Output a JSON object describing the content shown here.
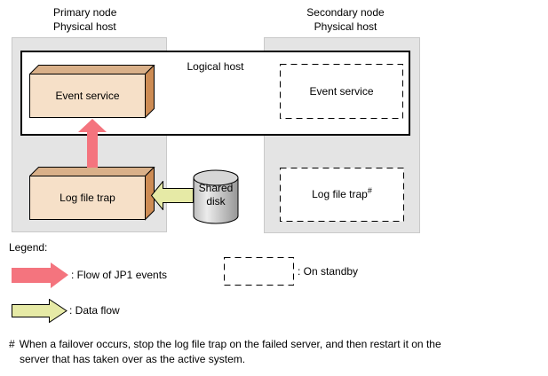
{
  "nodes": {
    "primary": {
      "line1": "Primary node",
      "line2": "Physical host"
    },
    "secondary": {
      "line1": "Secondary node",
      "line2": "Physical host"
    }
  },
  "logical_host": {
    "label": "Logical host"
  },
  "components": {
    "event_service_active": {
      "label": "Event service"
    },
    "log_file_trap_active": {
      "label": "Log file trap"
    },
    "event_service_standby": {
      "label": "Event service"
    },
    "log_file_trap_standby": {
      "label": "Log file trap",
      "note_marker": "#"
    },
    "shared_disk": {
      "line1": "Shared",
      "line2": "disk"
    }
  },
  "legend": {
    "title": "Legend:",
    "jp1_flow_label": ": Flow of JP1 events",
    "data_flow_label": ": Data flow",
    "standby_label": ": On standby"
  },
  "footnote": {
    "marker": "#",
    "line1": "When a failover occurs, stop the log file trap on the failed server, and then restart it on the",
    "line2": "server that has taken over as the active system."
  },
  "colors": {
    "box_front": "#f6e0c8",
    "box_top": "#d9b089",
    "box_side": "#cd8c55",
    "arrow_red": "#f4747e",
    "arrow_yellow": "#e6eaa6",
    "panel_gray": "#e4e4e4",
    "cyl_mid": "#bdbdbd",
    "cyl_light": "#ececec",
    "cyl_dark": "#969696",
    "cyl_top": "#d6d6d6",
    "standby_fill": "#ffffff"
  }
}
